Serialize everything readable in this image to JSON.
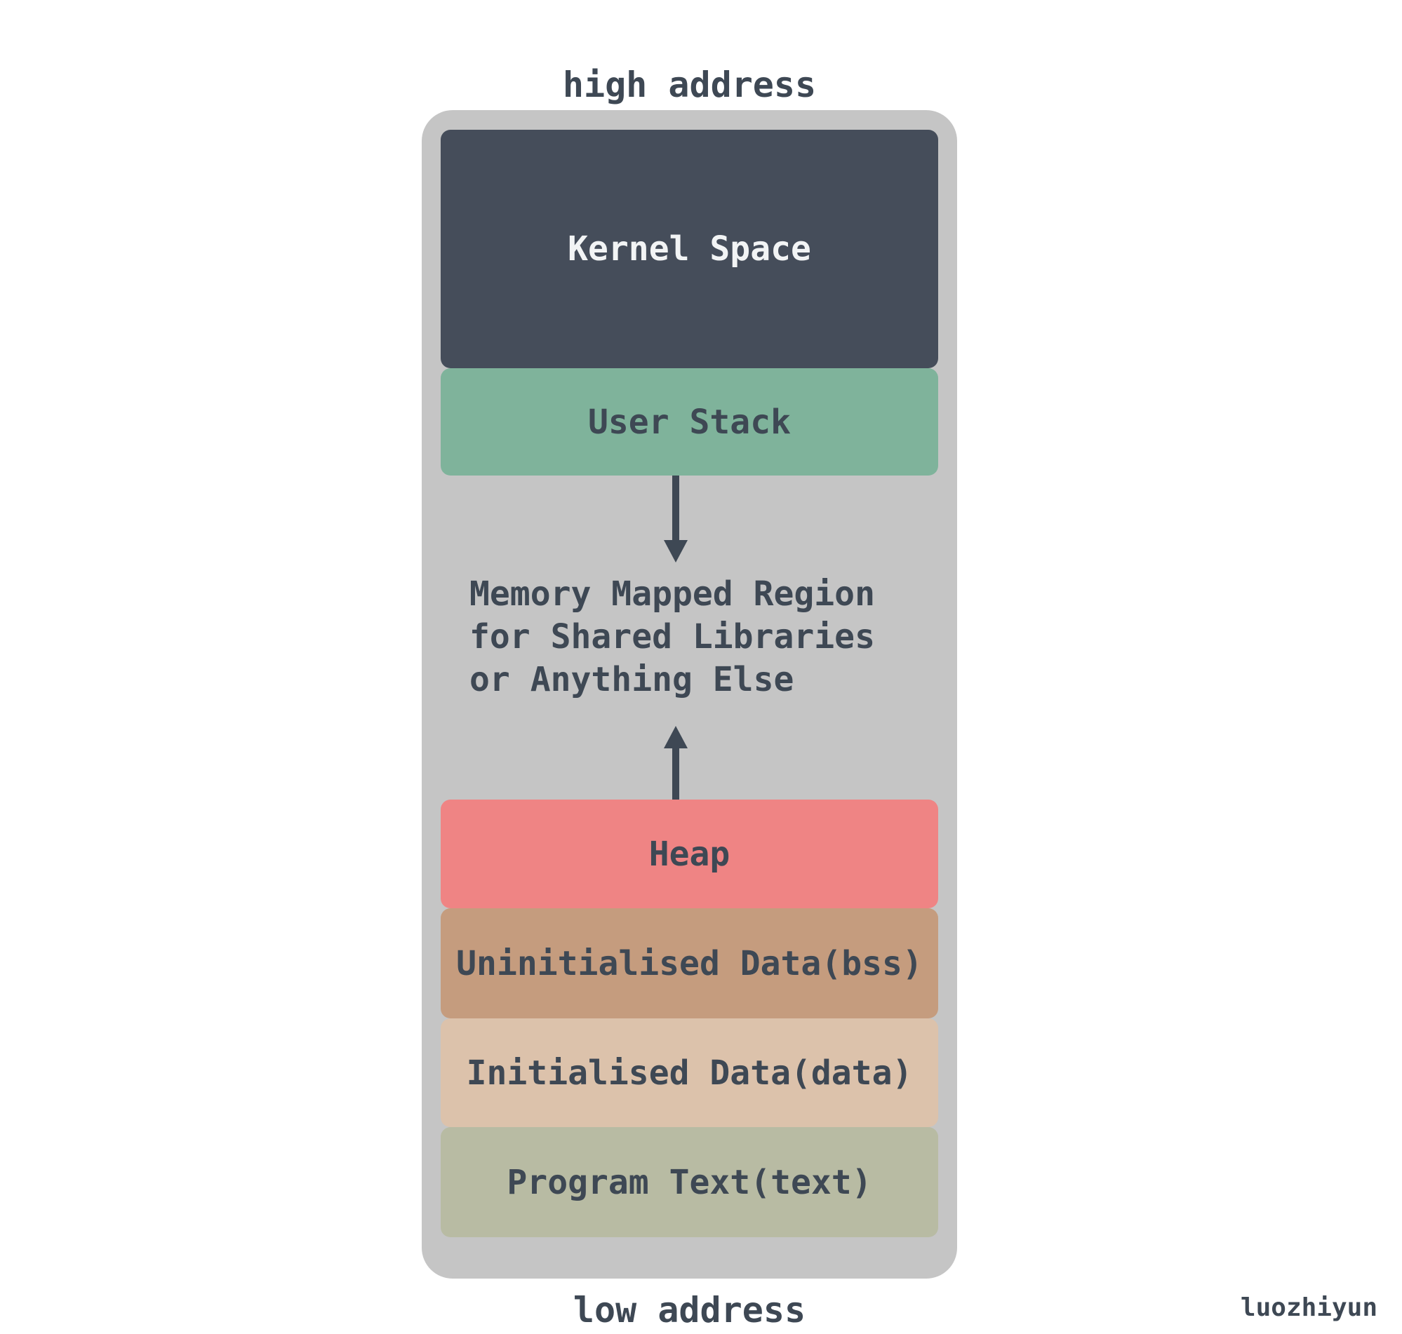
{
  "diagram": {
    "high_address_label": "high address",
    "low_address_label": "low address",
    "watermark": "luozhiyun",
    "regions": {
      "kernel": {
        "label": "Kernel Space",
        "bg": "#454d5a",
        "fg": "#f2f4f5"
      },
      "user_stack": {
        "label": "User Stack",
        "bg": "#7fb39b",
        "fg": "#3e4854"
      },
      "heap": {
        "label": "Heap",
        "bg": "#ef8484",
        "fg": "#3e4854"
      },
      "bss": {
        "label": "Uninitialised Data(bss)",
        "bg": "#c59c7e",
        "fg": "#3e4854"
      },
      "data": {
        "label": "Initialised Data(data)",
        "bg": "#dcc2ab",
        "fg": "#3e4854"
      },
      "text": {
        "label": "Program Text(text)",
        "bg": "#b8bba3",
        "fg": "#3e4854"
      }
    },
    "mmap_note": {
      "lines": [
        "Memory Mapped Region",
        "for Shared Libraries",
        "or Anything Else"
      ],
      "fg": "#3e4854"
    },
    "colors": {
      "page_bg": "#ffffff",
      "container_bg": "#c5c5c5",
      "arrow": "#3e4854",
      "label_fg": "#3e4854"
    }
  }
}
